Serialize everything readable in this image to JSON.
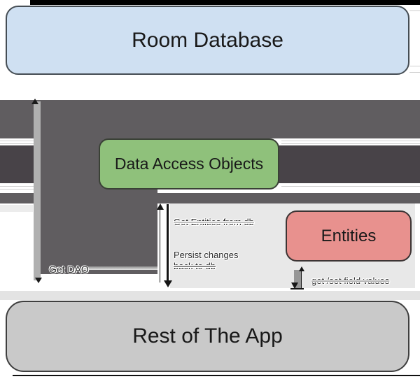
{
  "nodes": {
    "room_database": {
      "label": "Room Database",
      "fill": "#cfe0f2"
    },
    "data_access_objects": {
      "label": "Data Access Objects",
      "fill": "#8fc17b"
    },
    "entities": {
      "label": "Entities",
      "fill": "#e8918e"
    },
    "rest_of_app": {
      "label": "Rest of The App",
      "fill": "#c9c9c9"
    }
  },
  "edge_labels": {
    "get_dao": "Get DAO",
    "get_entities_from_db": "Get Entities from db",
    "persist_changes_line1": "Persist changes",
    "persist_changes_line2": "back to db",
    "get_set_field_values": "get /set field values"
  },
  "colors": {
    "arrow_gray": "#605d60",
    "arrow_dark_gray": "#484348",
    "arrow_light_bar": "#b0b0b0",
    "light_panel": "#e8e8e8",
    "top_bar": "#000000"
  }
}
